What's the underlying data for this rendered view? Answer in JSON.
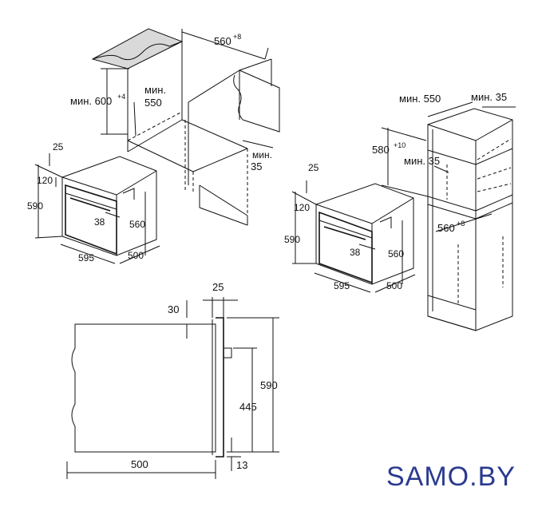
{
  "brand": {
    "name": "SAMO.BY",
    "color": "#2b3a8f"
  },
  "drawing_under_counter": {
    "niche_width": "560",
    "niche_width_tol": "+8",
    "niche_height_min_label": "мин. 600",
    "niche_height_tol": "+4",
    "niche_depth_min_label": "мин.",
    "niche_depth_min_value": "550",
    "rear_gap_min_label": "мин.",
    "rear_gap_min_value": "35",
    "oven_top_offset": "25",
    "oven_panel_height": "120",
    "oven_height": "590",
    "oven_handle_depth": "38",
    "oven_body_height": "560",
    "oven_width": "595",
    "oven_depth": "500"
  },
  "drawing_tall_unit": {
    "niche_depth_min_label": "мин. 550",
    "rear_gap_top_label": "мин. 35",
    "niche_height": "580",
    "niche_height_tol": "+10",
    "rear_gap_min_label": "мин. 35",
    "niche_width": "560",
    "niche_width_tol": "+8",
    "oven_top_offset": "25",
    "oven_panel_height": "120",
    "oven_height": "590",
    "oven_handle_depth": "38",
    "oven_body_height": "560",
    "oven_width": "595",
    "oven_depth": "500"
  },
  "drawing_side_view": {
    "front_thickness": "25",
    "top_offset": "30",
    "total_height": "590",
    "handle_height": "445",
    "depth": "500",
    "bottom_offset": "13"
  }
}
